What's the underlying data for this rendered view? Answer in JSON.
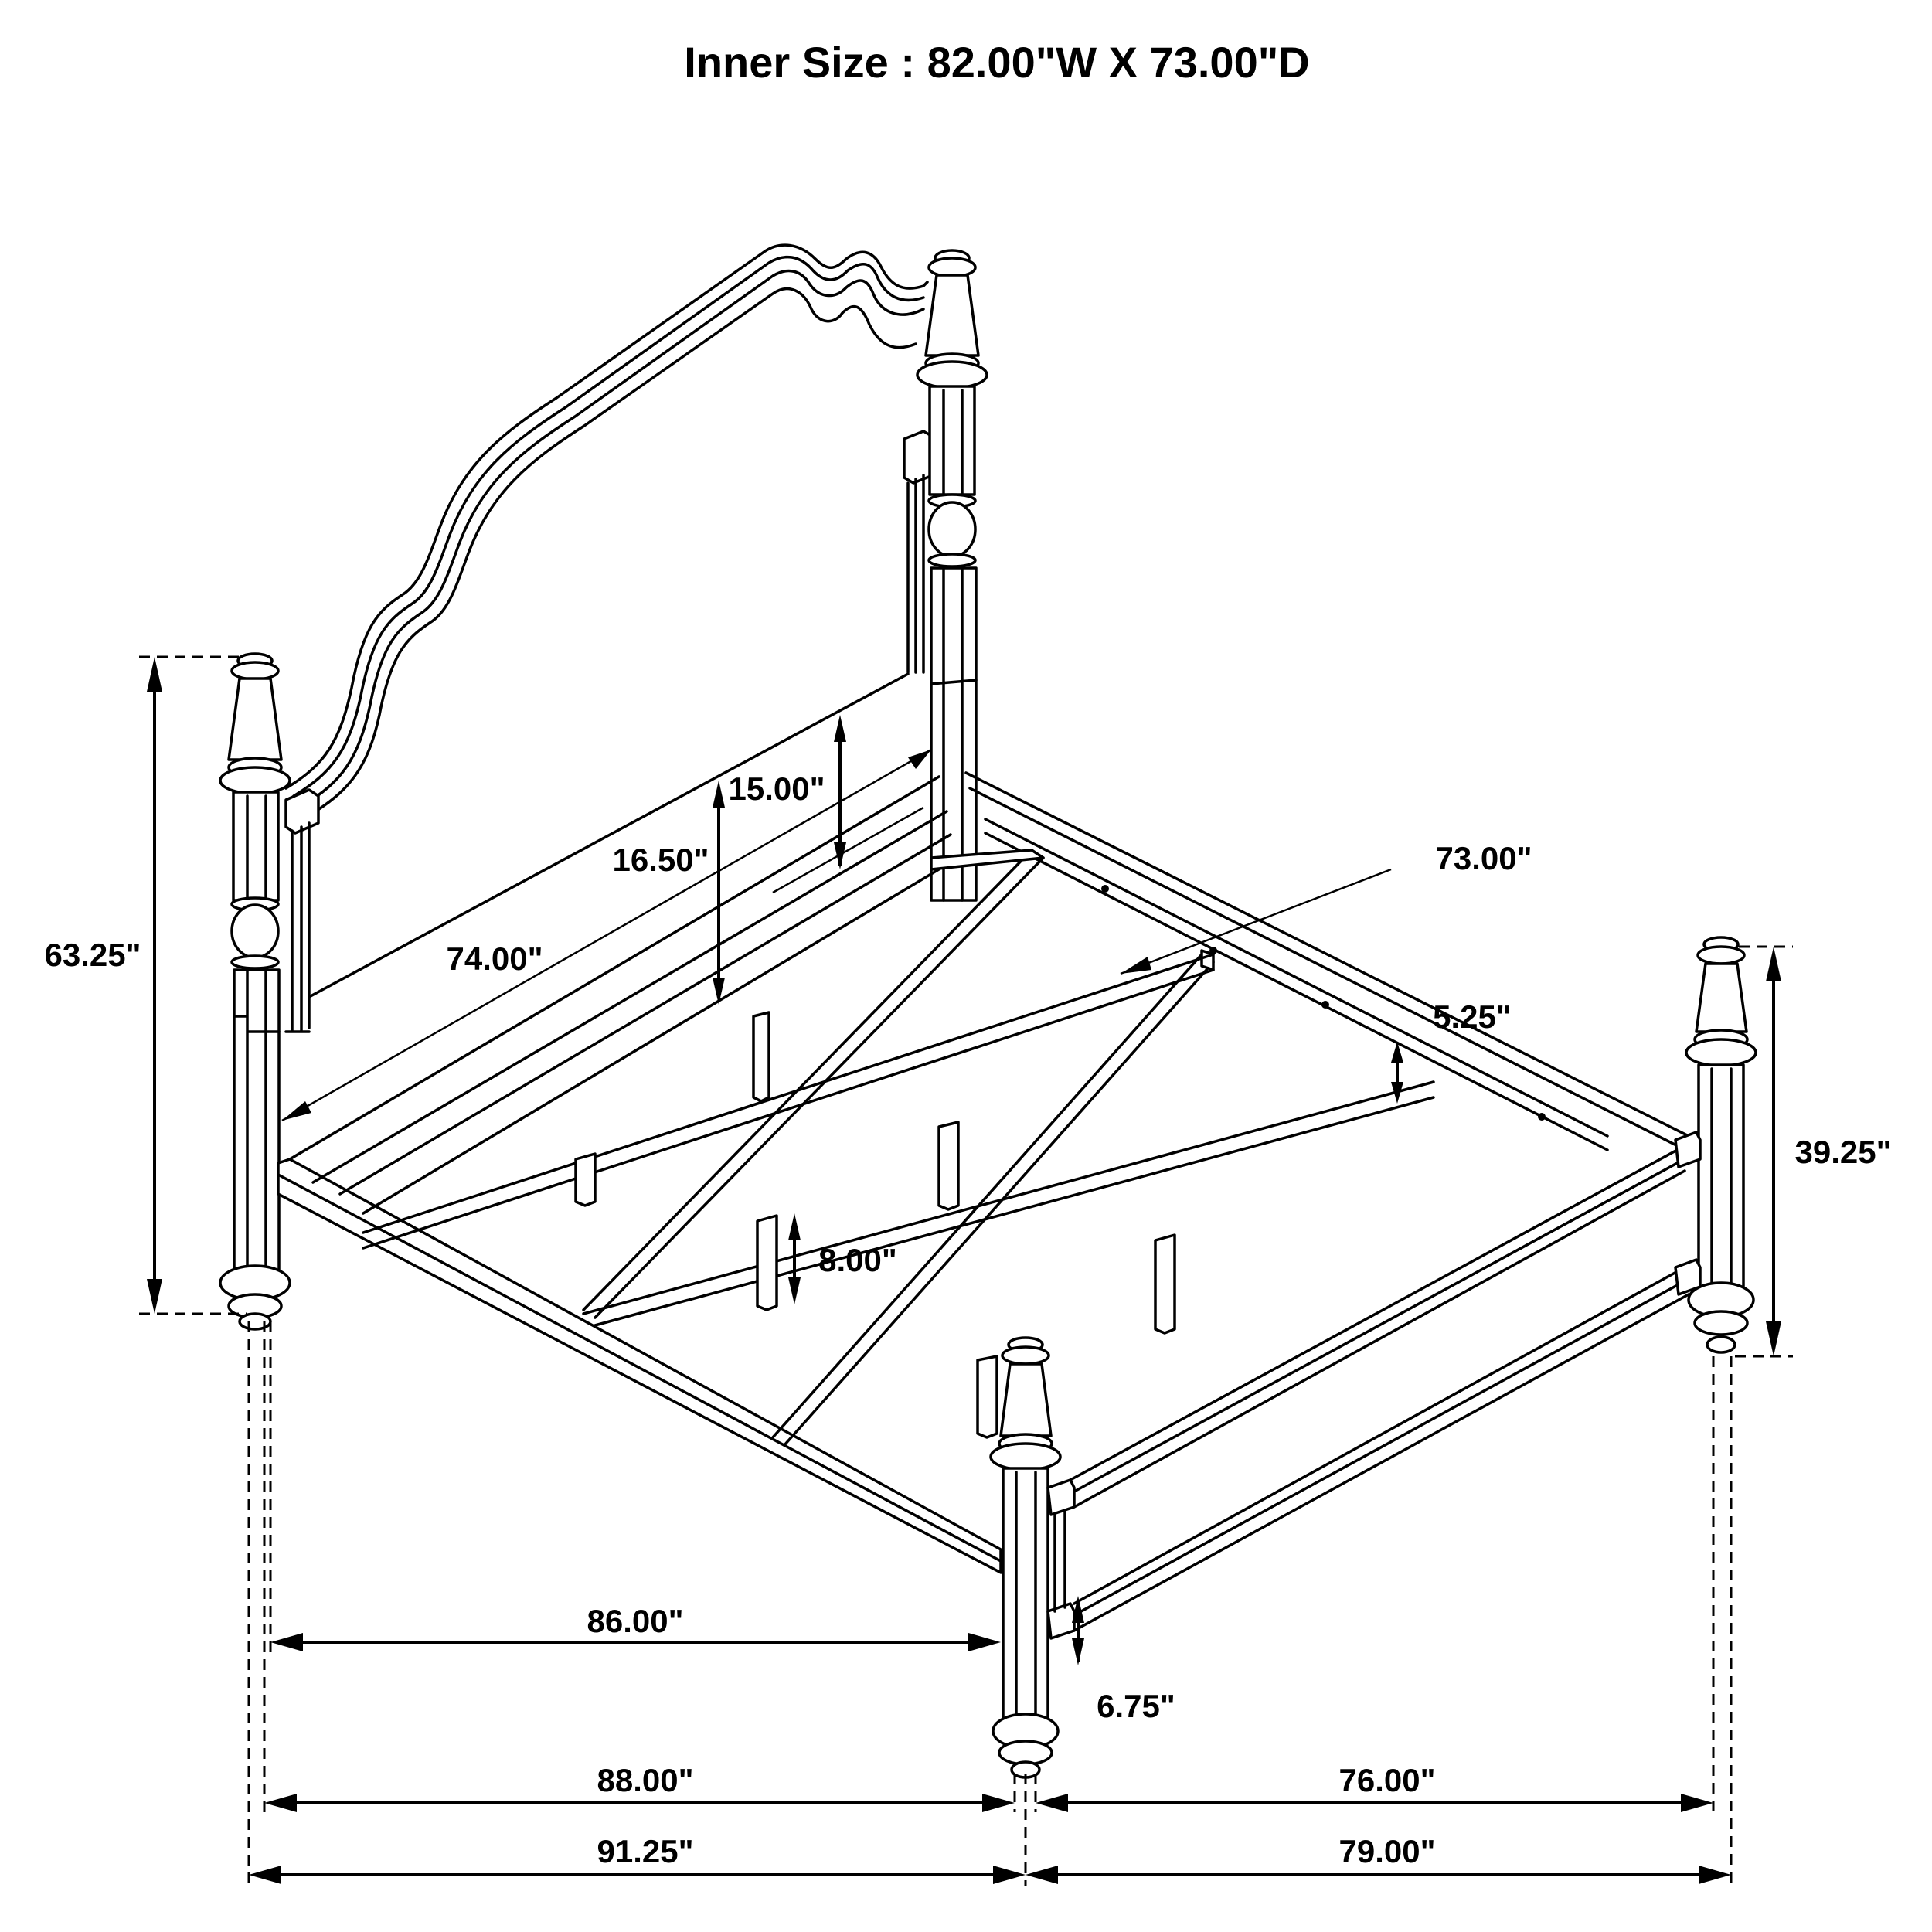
{
  "title": "Inner Size : 82.00\"W X 73.00\"D",
  "product": {
    "type": "four-poster bed frame",
    "parts": [
      "headboard",
      "footboard",
      "side-rails",
      "center-rail",
      "support-legs",
      "slats",
      "posts"
    ]
  },
  "dimensions": {
    "overall_height": "63.25\"",
    "footboard_height": "39.25\"",
    "headboard_panel_lower": "15.00\"",
    "rail_to_headboard": "16.50\"",
    "headboard_inner_width": "74.00\"",
    "slat_length": "73.00\"",
    "side_rail_height": "5.25\"",
    "support_leg_height": "8.00\"",
    "floor_clearance": "6.75\"",
    "rail_length": "86.00\"",
    "inner_length": "88.00\"",
    "overall_length": "91.25\"",
    "inner_width": "76.00\"",
    "overall_width": "79.00\""
  },
  "colors": {
    "line": "#000000",
    "background": "#ffffff"
  }
}
